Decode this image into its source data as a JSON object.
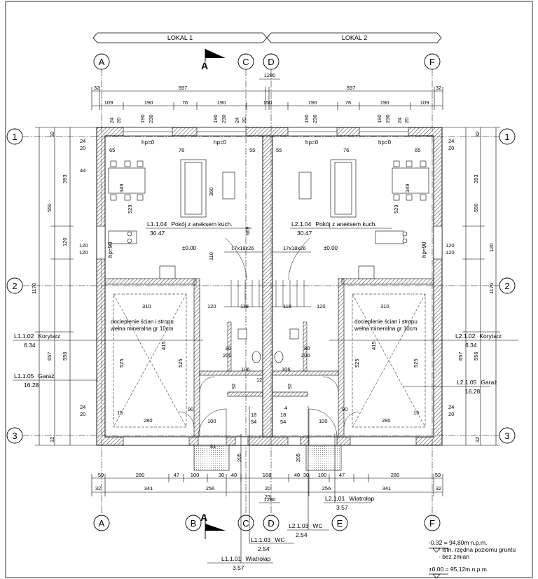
{
  "units": {
    "lokal_1": "LOKAL 1",
    "lokal_2": "LOKAL 2"
  },
  "section_marker": "A",
  "axes": {
    "columns": [
      "A",
      "C",
      "D",
      "F",
      "B",
      "E"
    ],
    "rows": [
      "1",
      "2",
      "3"
    ]
  },
  "dims": {
    "overall_width": "1280",
    "unit_width_1": "597",
    "unit_width_2": "597",
    "wall_32": "32",
    "wall_150": "150",
    "top_segments_left": [
      "109",
      "190",
      "76",
      "190",
      "150"
    ],
    "top_segments_right": [
      "190",
      "76",
      "190",
      "109"
    ],
    "window_190": "190",
    "window_230": "230",
    "small_24": "24",
    "small_20": "20",
    "small_44": "44",
    "left_side": [
      "393",
      "120",
      "550",
      "1170",
      "556",
      "657"
    ],
    "right_side": [
      "393",
      "550",
      "120",
      "1170",
      "556",
      "657"
    ],
    "sill_120": "120",
    "bottom_row1": [
      "59",
      "280",
      "47",
      "100",
      "30",
      "40",
      "168",
      "40",
      "30",
      "100",
      "47",
      "280",
      "59"
    ],
    "bottom_row2": [
      "341",
      "256",
      "20",
      "256",
      "341"
    ],
    "bottom_overall": "1280",
    "bottom_small": [
      "32",
      "23",
      "32"
    ]
  },
  "rooms": {
    "l1_living": {
      "id": "L1.1.04",
      "name": "Pokój z aneksem kuch.",
      "area": "30.47"
    },
    "l2_living": {
      "id": "L2.1.04",
      "name": "Pokój z aneksem kuch.",
      "area": "30.47"
    },
    "l1_corridor": {
      "id": "L1.1.02",
      "name": "Korytarz",
      "area": "6.34"
    },
    "l2_corridor": {
      "id": "L2.1.02",
      "name": "Korytarz",
      "area": "6.34"
    },
    "l1_garage": {
      "id": "L1.1.05",
      "name": "Garaż",
      "area": "16.28"
    },
    "l2_garage": {
      "id": "L2.1.05",
      "name": "Garaż",
      "area": "16.28"
    },
    "l1_wc": {
      "id": "L1.1.03",
      "name": "WC",
      "area": "2.54"
    },
    "l2_wc": {
      "id": "L2.1.03",
      "name": "WC",
      "area": "2.54"
    },
    "l1_vest": {
      "id": "L1.1.01",
      "name": "Wiatrołap",
      "area": "3.57"
    },
    "l2_vest": {
      "id": "L2.1.01",
      "name": "Wiatrołap",
      "area": "3.57"
    }
  },
  "notes": {
    "insulation_1": "docieplenie ścian i stropu",
    "insulation_2": "wełna mineralna gr 10cm",
    "hp0": "hp=0",
    "hp90": "hp=90",
    "level_000": "±0.00",
    "stairs": "17x18x26",
    "stair_dim": "669",
    "room_dims": [
      "310",
      "415",
      "525",
      "525",
      "280",
      "360",
      "349",
      "529",
      "65",
      "76",
      "55",
      "118",
      "120",
      "110",
      "80",
      "200",
      "106",
      "92",
      "90",
      "15",
      "100",
      "205",
      "18",
      "54",
      "12",
      "4",
      "81"
    ]
  },
  "legend": {
    "line1": "-0.32 = 94,80m n.p.m.",
    "line2": "- istn. rzędna poziomu gruntu",
    "line3": "- bez zmian",
    "line4": "±0.00 = 95,12m n.p.m."
  }
}
